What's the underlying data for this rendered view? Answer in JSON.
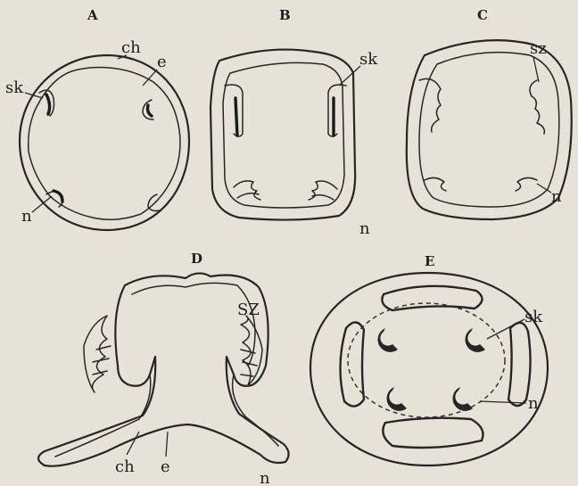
{
  "panels": {
    "A": {
      "letter": "A",
      "labels": {
        "ch": "ch",
        "e": "e",
        "sk": "sk",
        "n": "n"
      }
    },
    "B": {
      "letter": "B",
      "labels": {
        "sk": "sk",
        "n": "n"
      }
    },
    "C": {
      "letter": "C",
      "labels": {
        "sz": "sz",
        "n": "n"
      }
    },
    "D": {
      "letter": "D",
      "labels": {
        "sz": "SZ",
        "ch": "ch",
        "e": "e",
        "n": "n"
      }
    },
    "E": {
      "letter": "E",
      "labels": {
        "sk": "sk",
        "n": "n"
      }
    }
  }
}
